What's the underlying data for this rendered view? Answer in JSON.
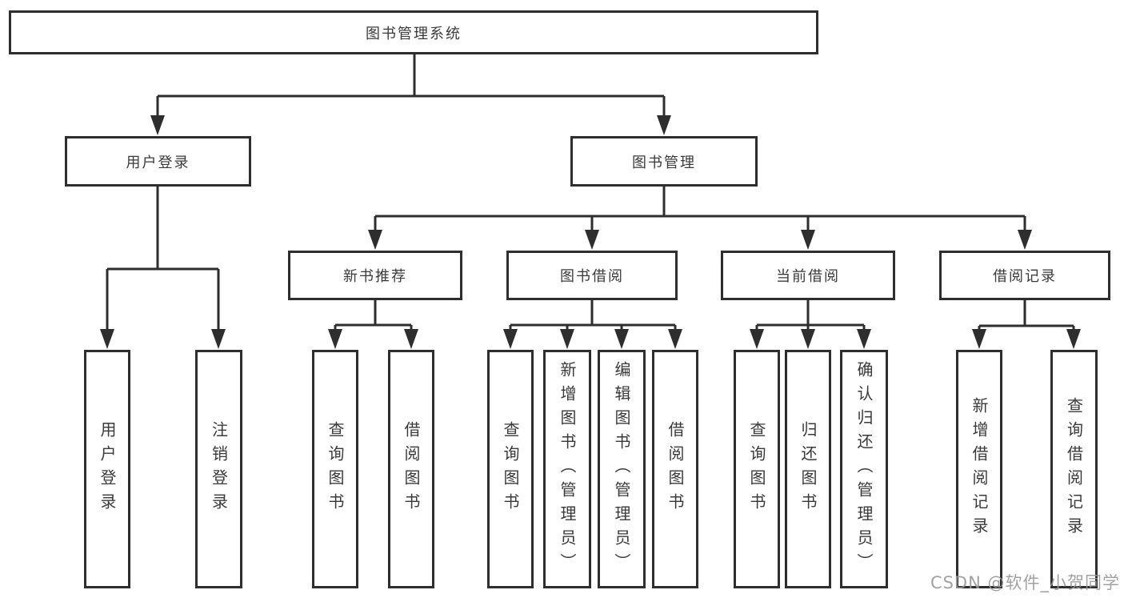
{
  "tree": {
    "root": "图书管理系统",
    "level1": {
      "user_login": "用户登录",
      "book_management": "图书管理"
    },
    "level2": {
      "new_book_recommendation": "新书推荐",
      "book_borrowing": "图书借阅",
      "current_borrowing": "当前借阅",
      "borrowing_records": "借阅记录"
    },
    "leaves": {
      "user_login": "用户登录",
      "logout": "注销登录",
      "recommend_query_books": "查询图书",
      "recommend_borrow_books": "借阅图书",
      "borrow_query_books": "查询图书",
      "borrow_add_books": "新增图书（管理员）",
      "borrow_edit_books": "编辑图书（管理员）",
      "borrow_borrow_books": "借阅图书",
      "current_query_books": "查询图书",
      "current_return_books": "归还图书",
      "current_confirm_return": "确认归还（管理员）",
      "records_add_record": "新增借阅记录",
      "records_query_record": "查询借阅记录"
    }
  },
  "watermark": "CSDN @软件_小贺同学",
  "colors": {
    "line": "#2e2e2e",
    "text": "#3a3a3a",
    "watermark": "#989898",
    "background": "#ffffff"
  }
}
